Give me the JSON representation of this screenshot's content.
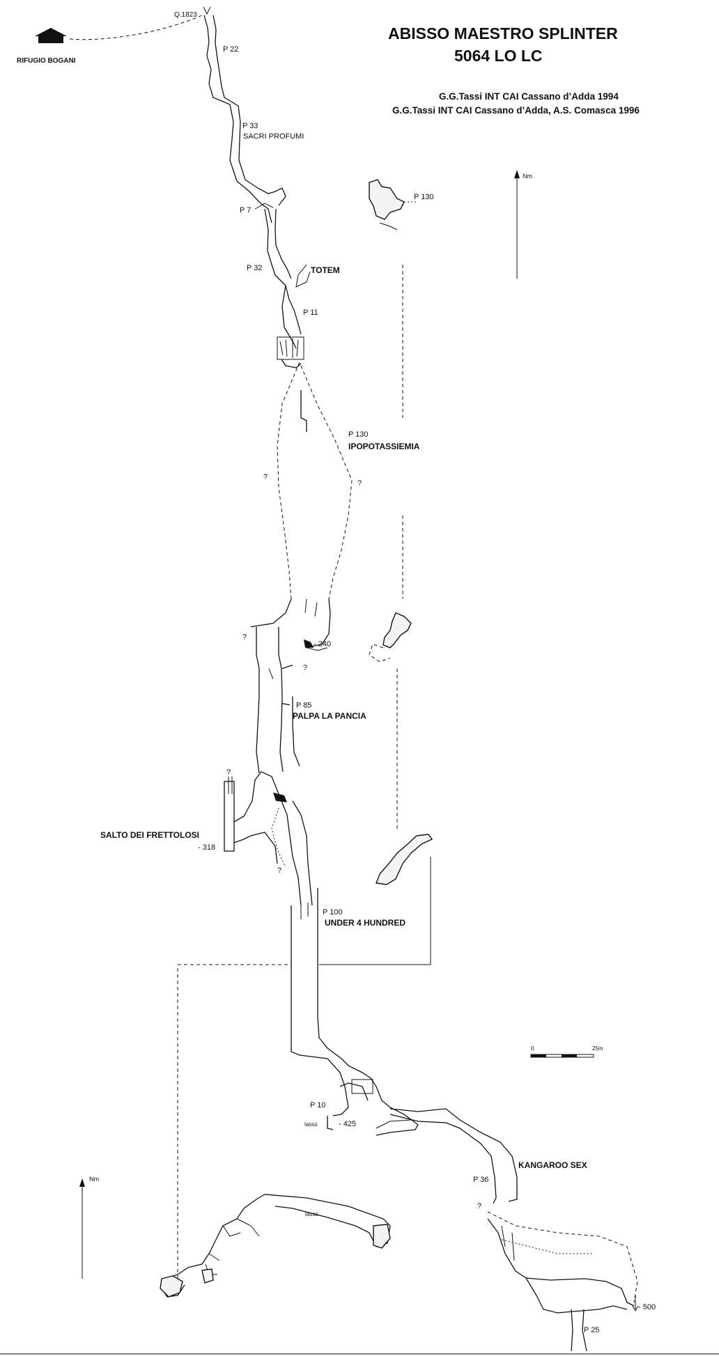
{
  "title": {
    "line1": "ABISSO MAESTRO SPLINTER",
    "line2": "5064 LO LC"
  },
  "credits": {
    "line1": "G.G.Tassi INT CAI Cassano d’Adda 1994",
    "line2": "G.G.Tassi INT CAI Cassano d’Adda, A.S. Comasca 1996"
  },
  "labels": {
    "entrance_elevation": "Q.1823",
    "refuge": "RIFUGIO BOGANI",
    "p22": "P 22",
    "p33": "P 33",
    "sacri_profumi": "SACRI PROFUMI",
    "p7": "P 7",
    "p32": "P 32",
    "totem": "TOTEM",
    "p11": "P 11",
    "p130_side": "P 130",
    "p130": "P 130",
    "ipopotassiemia": "IPOPOTASSIEMIA",
    "depth_240": "- 240",
    "p85": "P 85",
    "palpa_la_pancia": "PALPA LA PANCIA",
    "salto_dei_frettolosi": "SALTO DEI FRETTOLOSI",
    "depth_318": "- 318",
    "p100": "P 100",
    "under_4_hundred": "UNDER 4 HUNDRED",
    "p10": "P 10",
    "lassu": "lassù",
    "depth_425": "- 425",
    "kangaroo_sex": "KANGAROO SEX",
    "p36": "P 36",
    "depth_500": "- 500",
    "p25": "P 25",
    "question_mark": "?",
    "small_plan_note": "lassù"
  },
  "north_arrow": {
    "label": "Nm"
  },
  "scale_bar": {
    "start": "0",
    "end": "25m"
  }
}
